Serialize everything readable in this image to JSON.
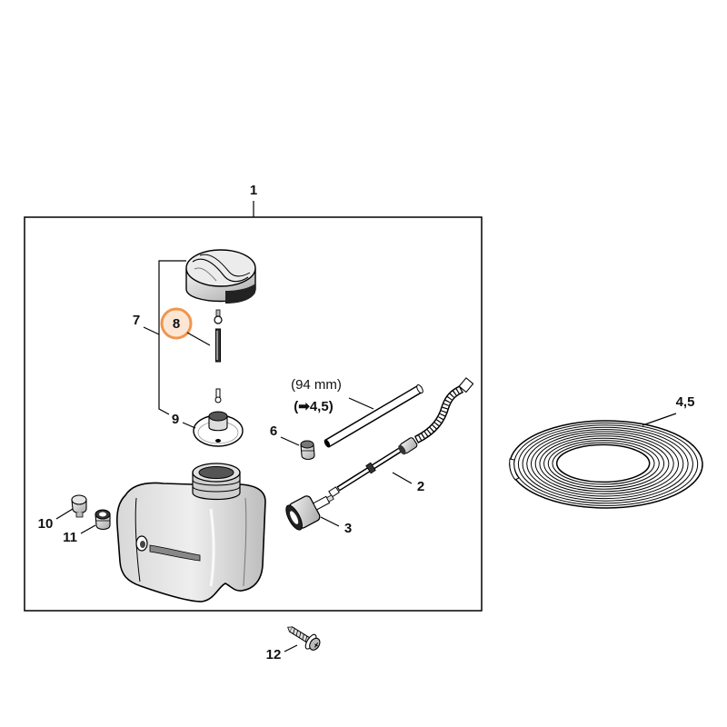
{
  "diagram": {
    "callouts": {
      "item_1": "1",
      "item_2": "2",
      "item_3": "3",
      "item_4_5": "4,5",
      "item_6": "6",
      "item_7": "7",
      "item_8": "8",
      "item_9": "9",
      "item_10": "10",
      "item_11": "11",
      "item_12": "12"
    },
    "hose": {
      "length": "(94 mm)",
      "reference": "(➡4,5)"
    }
  },
  "colors": {
    "highlight_stroke": "#f0964f",
    "highlight_fill": "#fde7d4",
    "line": "#000000"
  }
}
